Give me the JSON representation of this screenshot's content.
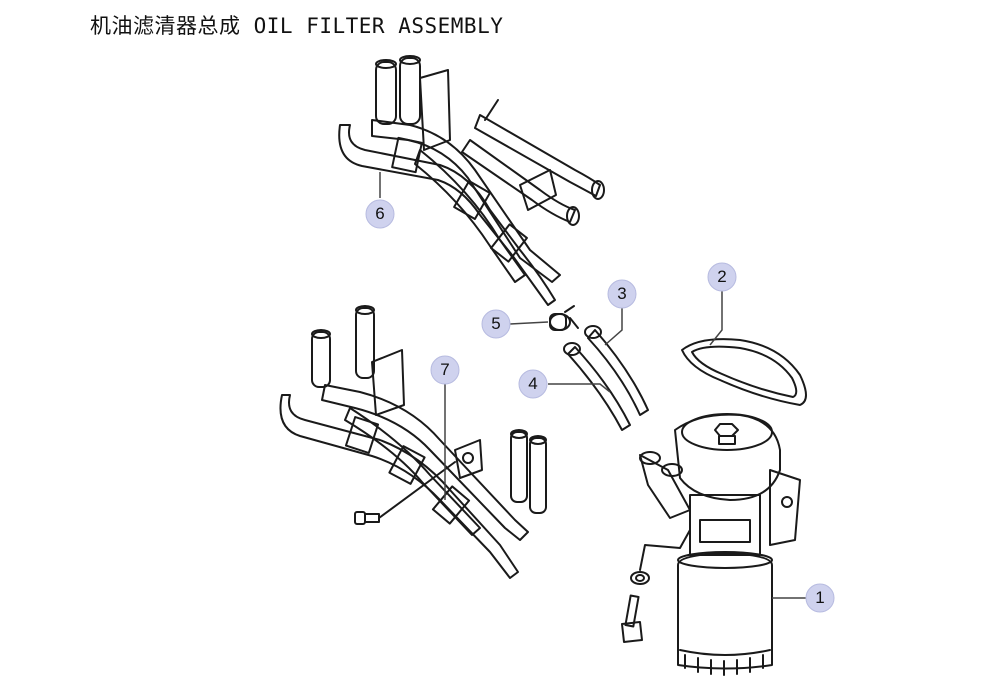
{
  "title": "机油滤清器总成 OIL FILTER ASSEMBLY",
  "callouts": [
    {
      "num": "1"
    },
    {
      "num": "2"
    },
    {
      "num": "3"
    },
    {
      "num": "4"
    },
    {
      "num": "5"
    },
    {
      "num": "6"
    },
    {
      "num": "7"
    }
  ]
}
